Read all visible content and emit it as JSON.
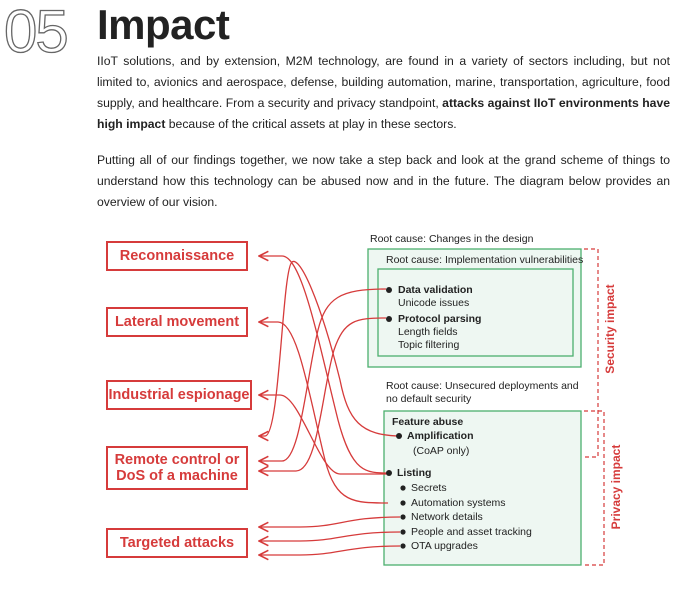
{
  "header": {
    "number": "05",
    "title": "Impact"
  },
  "paragraph1": {
    "text1": "IIoT solutions, and by extension, M2M technology, are found in a variety of sectors including, but not limited to, avionics and aerospace, defense, building automation, marine, transportation, agriculture, food supply, and healthcare. From a security and privacy standpoint, ",
    "bold": "attacks against IIoT environments have high impact",
    "text2": " because of the critical assets at play in these sectors."
  },
  "paragraph2": {
    "text": "Putting all of our findings together, we now take a step back and look at the grand scheme of things to understand how this technology can be abused now and in the future. The diagram below provides an overview of our vision."
  },
  "diagram": {
    "impacts": [
      "Reconnaissance",
      "Lateral movement",
      "Industrial espionage",
      "Remote control or\nDoS of a machine",
      "Targeted attacks"
    ],
    "root_design": "Root cause: Changes in the design",
    "root_impl": "Root cause: Implementation vulnerabilities",
    "data_validation": "Data validation",
    "unicode_issues": "Unicode issues",
    "protocol_parsing": "Protocol parsing",
    "length_fields": "Length fields",
    "topic_filtering": "Topic filtering",
    "root_deploy_1": "Root cause: Unsecured deployments and",
    "root_deploy_2": "no default security",
    "feature_abuse": "Feature abuse",
    "amplification": "Amplification",
    "coap_only": "(CoAP only)",
    "listing": "Listing",
    "listing_items": [
      "Secrets",
      "Automation systems",
      "Network details",
      "People and asset tracking",
      "OTA upgrades"
    ],
    "security_impact": "Security impact",
    "privacy_impact": "Privacy impact",
    "colors": {
      "red": "#d63b3b",
      "green_border": "#4caf6e",
      "green_fill": "#eef7f2"
    }
  }
}
